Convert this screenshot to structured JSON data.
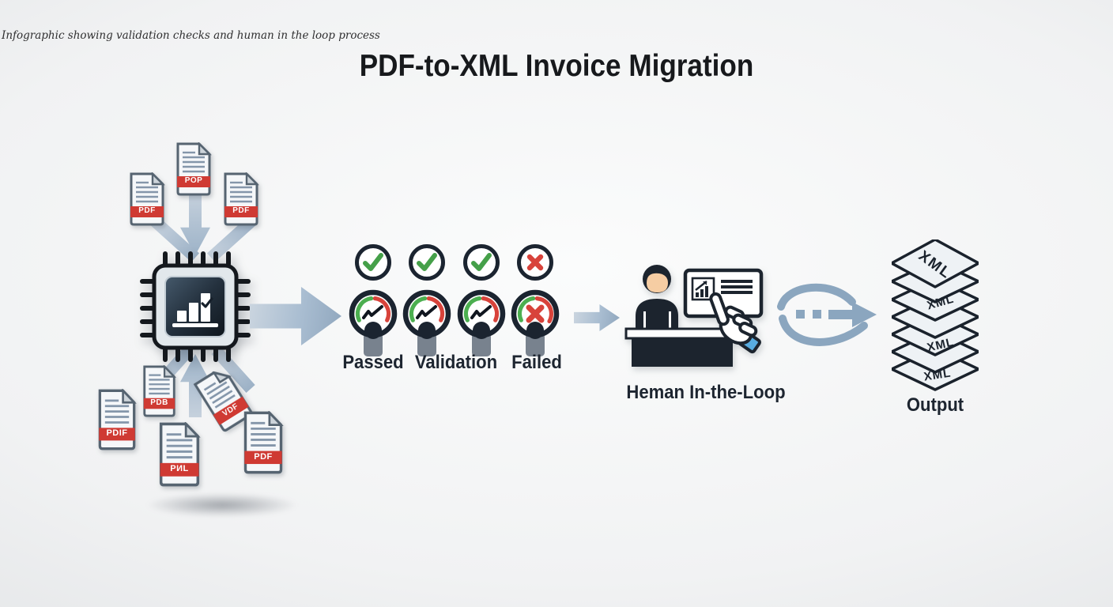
{
  "page": {
    "caption": "Infographic showing validation checks and human in the loop process",
    "title": "PDF-to-XML Invoice Migration"
  },
  "input_stage": {
    "icon": "cpu-chip-bar-chart-icon",
    "top_documents": [
      {
        "label": "PDF"
      },
      {
        "label": "POP"
      },
      {
        "label": "PDF"
      }
    ],
    "bottom_documents": [
      {
        "label": "PDIF"
      },
      {
        "label": "PDB"
      },
      {
        "label": "PИL"
      },
      {
        "label": "VDF"
      },
      {
        "label": "PDF"
      }
    ]
  },
  "validation_stage": {
    "checks": [
      "passed",
      "passed",
      "passed",
      "failed"
    ],
    "labels": {
      "passed": "Passed",
      "validation": "Validation",
      "failed": "Failed"
    }
  },
  "review_stage": {
    "label": "Heman In-the-Loop",
    "icon": "person-at-desk-with-monitor-and-pointing-hand"
  },
  "output_stage": {
    "label": "Output",
    "sheet_label": "XML",
    "sheet_count": 7
  },
  "colors": {
    "pass_green": "#4caf50",
    "fail_red": "#d8433b",
    "outline_dark": "#1c2430",
    "doc_band_red": "#cf3a33",
    "arrow_steel": "#9db1c6",
    "loop_blue": "#8ba6bf",
    "cuff_blue": "#58ace0"
  }
}
